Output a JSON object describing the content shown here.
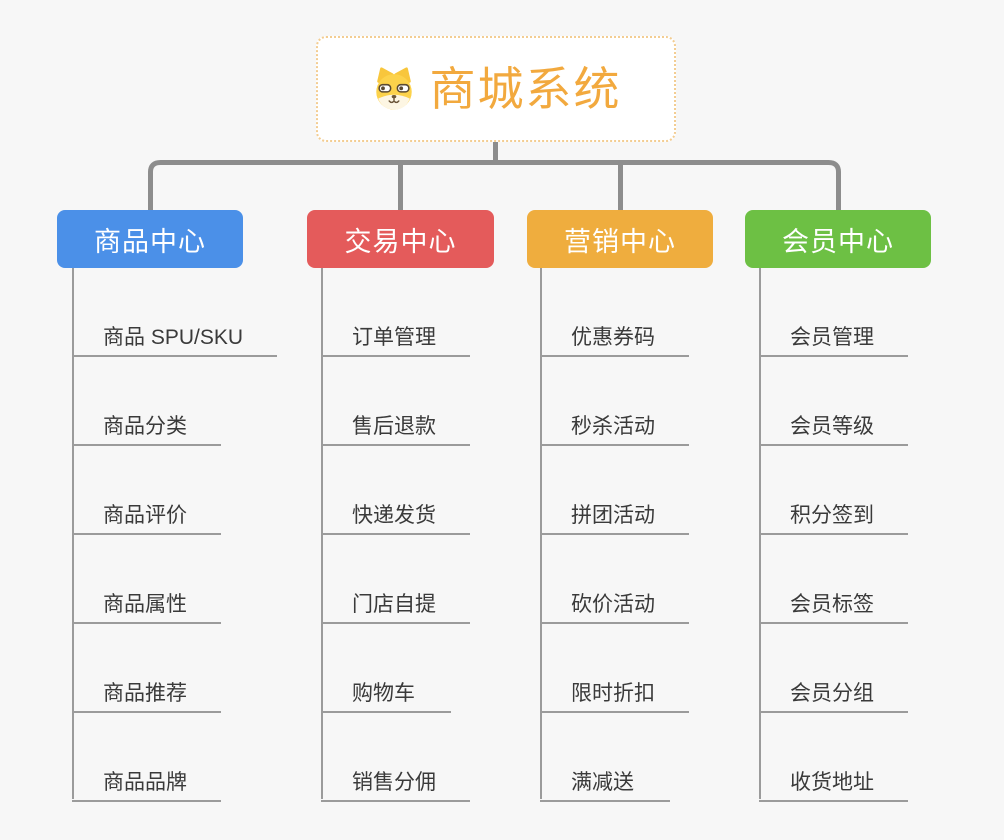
{
  "root": {
    "title": "商城系统",
    "icon": "dog-logo-icon"
  },
  "branches": [
    {
      "label": "商品中心",
      "color": "#4B90E8",
      "items": [
        "商品 SPU/SKU",
        "商品分类",
        "商品评价",
        "商品属性",
        "商品推荐",
        "商品品牌"
      ]
    },
    {
      "label": "交易中心",
      "color": "#E45B5B",
      "items": [
        "订单管理",
        "售后退款",
        "快递发货",
        "门店自提",
        "购物车",
        "销售分佣"
      ]
    },
    {
      "label": "营销中心",
      "color": "#EFAD3E",
      "items": [
        "优惠券码",
        "秒杀活动",
        "拼团活动",
        "砍价活动",
        "限时折扣",
        "满减送"
      ]
    },
    {
      "label": "会员中心",
      "color": "#6DC044",
      "items": [
        "会员管理",
        "会员等级",
        "积分签到",
        "会员标签",
        "会员分组",
        "收货地址"
      ]
    }
  ],
  "colors": {
    "background": "#F7F7F7",
    "root_text": "#F2A93E",
    "root_border": "#F3CD92",
    "connector_line": "#8D8D8D",
    "node_line": "#9B9B9B",
    "node_text": "#3A3A3A",
    "branch_product": "#4B90E8",
    "branch_trade": "#E45B5B",
    "branch_marketing": "#EFAD3E",
    "branch_member": "#6DC044"
  }
}
